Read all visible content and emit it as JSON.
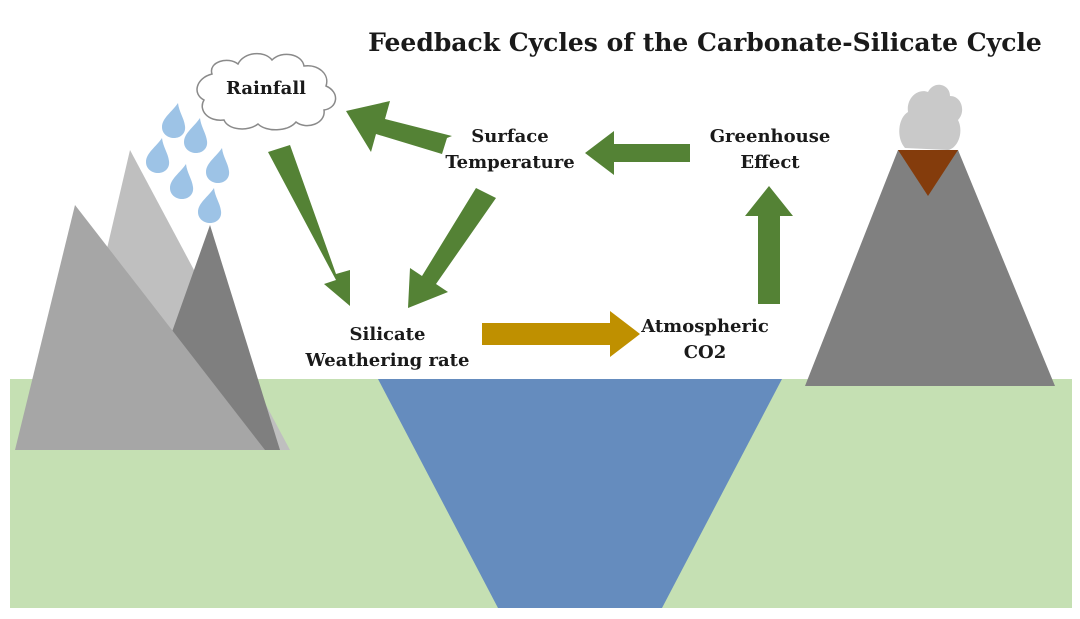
{
  "title": "Feedback Cycles of the Carbonate-Silicate Cycle",
  "nodes": {
    "rainfall": "Rainfall",
    "surface_temperature": [
      "Surface",
      "Temperature"
    ],
    "greenhouse_effect": [
      "Greenhouse",
      "Effect"
    ],
    "silicate_weathering": [
      "Silicate",
      "Weathering rate"
    ],
    "atmospheric_co2": [
      "Atmospheric",
      "CO2"
    ]
  },
  "colors": {
    "ground": "#c5e0b3",
    "ocean": "#658cbe",
    "feedback_arrow": "#548235",
    "weathering_arrow": "#bf9000",
    "mountain_light": "#bfbfbf",
    "mountain_mid": "#a6a6a6",
    "mountain_dark": "#7f7f7f",
    "volcano": "#808080",
    "lava": "#843c0c",
    "smoke": "#c9c9c9",
    "raindrop": "#9dc3e6"
  },
  "icons": [
    "cloud-icon",
    "raindrop-icon",
    "mountain-icon",
    "volcano-icon",
    "ocean-icon"
  ]
}
